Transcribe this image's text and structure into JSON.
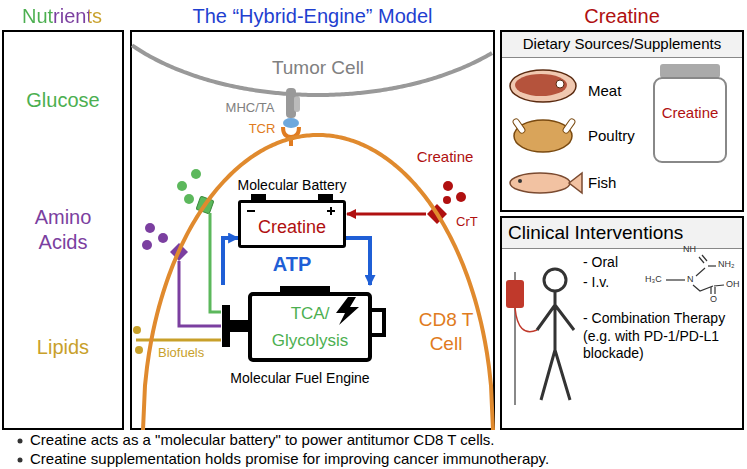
{
  "diagram": {
    "nodes": [
      {
        "text": [
          "Nutrients",
          "Glucose",
          "Amino Acids",
          "Lipids"
        ]
      },
      {
        "text": [
          "The “Hybrid-Engine” Model"
        ]
      },
      {
        "text": [
          "Tumor Cell"
        ],
        "in": 1
      },
      {
        "text": [
          "CD8 T Cell"
        ],
        "in": 1
      },
      {
        "text": [
          "Molecular Battery",
          "Creatine"
        ],
        "in": 3
      },
      {
        "text": [
          "TCA/ Glycolysis",
          "Molecular Fuel Engine"
        ],
        "in": 3
      },
      {
        "text": [
          "Dietary Sources/Supplements",
          "Meat",
          "Poultry",
          "Fish"
        ]
      },
      {
        "text": [
          "Creatine"
        ],
        "in": 6
      },
      {
        "text": [
          "Clinical Interventions",
          "- Oral",
          "- I.v.",
          "- Combination Therapy (e.g. with PD-1/PD-L1 blockade)"
        ]
      }
    ],
    "edges": [
      {
        "from": 5,
        "to": 4,
        "arrow": "to"
      },
      {
        "from": 4,
        "to": 5,
        "arrow": "to"
      }
    ],
    "labels": [
      "Creatine",
      "MHC/TA",
      "TCR",
      "Creatine",
      "CrT",
      "ATP",
      "Biofuels",
      "NH",
      "NH₂",
      "H₃C",
      "N",
      "O",
      "OH",
      "Creatine acts as a \"molecular battery\" to power antitumor CD8 T cells.",
      "Creatine supplementation holds promise for improving cancer immunotherapy."
    ]
  }
}
